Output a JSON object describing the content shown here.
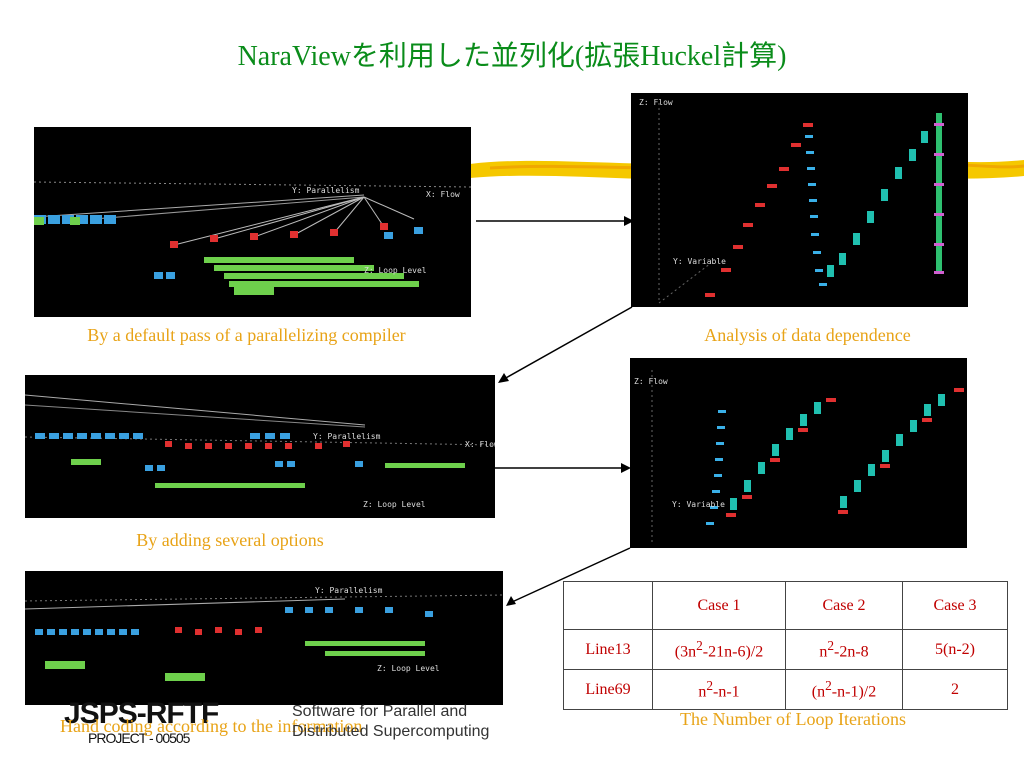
{
  "title": "NaraViewを利用した並列化(拡張Huckel計算)",
  "captions": {
    "default_pass": "By a default pass of a parallelizing compiler",
    "analysis": "Analysis of data dependence",
    "options": "By adding several options",
    "hand_coding": "Hand coding according to the information",
    "loop_iterations": "The Number of Loop Iterations"
  },
  "axis_labels": {
    "parallelism": "Y: Parallelism",
    "flow_x": "X: Flow",
    "flow_z": "Z: Flow",
    "loop_level": "Z: Loop Level",
    "variable": "Y: Variable"
  },
  "table": {
    "headers": [
      "",
      "Case 1",
      "Case 2",
      "Case 3"
    ],
    "rows": [
      {
        "label": "Line13",
        "c1_a": "(3n",
        "c1_sup": "2",
        "c1_b": "-21n-6)/2",
        "c2_a": "n",
        "c2_sup": "2",
        "c2_b": "-2n-8",
        "c3": "5(n-2)"
      },
      {
        "label": "Line69",
        "c1_a": "n",
        "c1_sup": "2",
        "c1_b": "-n-1",
        "c2_a": "(n",
        "c2_sup": "2",
        "c2_b": "-n-1)/2",
        "c3": "2"
      }
    ]
  },
  "footer": {
    "logo_main": "JSPS-RFTF",
    "logo_sub": "PROJECT - 00505",
    "software_line1": "Software for Parallel and",
    "software_line2": "Distributed Supercomputing"
  },
  "colors": {
    "title": "#0a8c1a",
    "caption": "#e8a317",
    "table_text": "#c00000",
    "brush": "#f5c800"
  }
}
